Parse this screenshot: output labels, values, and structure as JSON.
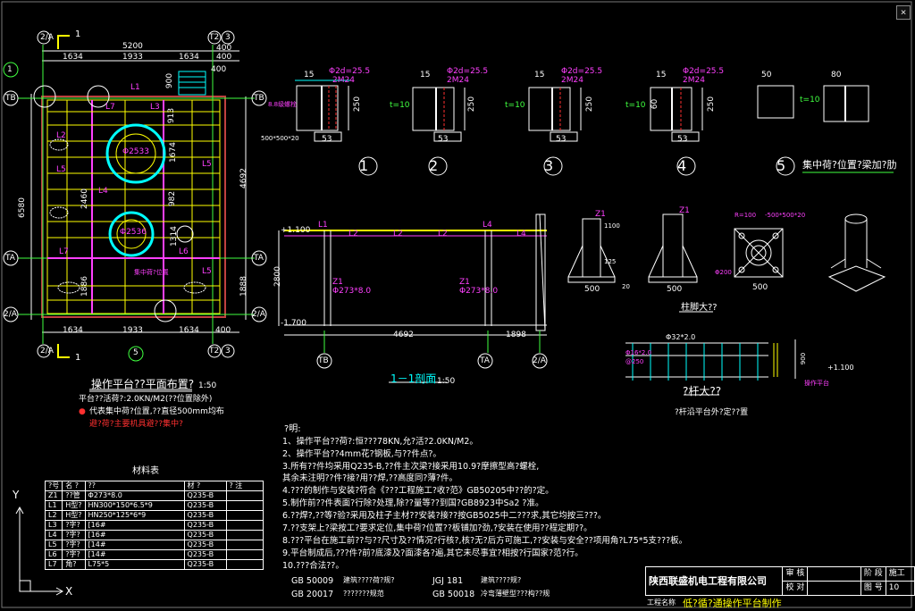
{
  "window": {
    "close_label": "×"
  },
  "plan": {
    "title": "操作平台??平面布置?",
    "scale": "1:50",
    "load_note": "平台??活荷?:2.0KN/M2(??位置除外)",
    "legend_note": "代表集中荷?位置,??直径500mm均布",
    "warning": "避?荷?主要机具避??集中?",
    "dims_top": [
      "5200",
      "1634",
      "1933",
      "1634",
      "400",
      "400",
      "400"
    ],
    "dims_bottom": [
      "1634",
      "1933",
      "1634",
      "400"
    ],
    "dims_left": [
      "6580"
    ],
    "dims_right": [
      "4692",
      "1888"
    ],
    "inner_dims": [
      "900",
      "913",
      "1674",
      "2460",
      "982",
      "1314",
      "1886"
    ],
    "pit_labels": [
      "Φ2533",
      "Φ2536"
    ],
    "pit_label2": "集中荷?位置",
    "member_labels": [
      "L1",
      "L2",
      "L3",
      "L4",
      "L5",
      "L6",
      "L7"
    ],
    "axes": {
      "ta": "TA",
      "tb": "TB",
      "t2": "T2",
      "t3": "3",
      "t1": "1",
      "tc": "2/A"
    },
    "balloon_1": "1",
    "balloon_5": "5",
    "section_mark": "1",
    "section_mark2": "1"
  },
  "sections": {
    "nums": [
      "1",
      "2",
      "3",
      "4",
      "5"
    ],
    "note5": "集中荷?位置?梁加?肋",
    "labels": [
      "8.8级螺栓",
      "Φ2d=25.5",
      "2M24",
      "250",
      "500*500*20",
      "53",
      "60",
      "t=10",
      "15",
      "50",
      "80"
    ]
  },
  "elevation": {
    "title": "1－1剖面",
    "scale": "1:50",
    "top_level": "+1.100",
    "bot_level": "-1.700",
    "height": "2800",
    "dims": [
      "4692",
      "1898"
    ],
    "pipe_labels": [
      "Z1",
      "Φ273*8.0",
      "Φ273*8.0"
    ],
    "members": [
      "L1",
      "L2",
      "L2",
      "L2",
      "L4",
      "L4"
    ],
    "axes": [
      "TB",
      "TA",
      "2/A"
    ]
  },
  "column": {
    "title": "柱脚大??",
    "labels": [
      "Z1",
      "1100",
      "125",
      "500",
      "500",
      "500",
      "-500*500*20",
      "R=100",
      "Φ200",
      "20"
    ],
    "num": "5"
  },
  "rail": {
    "title": "?杆大??",
    "note": "?杆沿平台外?定??置",
    "labels": [
      "Φ32*2.0",
      "Φ16*2.0",
      "@250",
      "900",
      "+1.100",
      "操作平台"
    ]
  },
  "notes": {
    "heading": "?明:",
    "lines": [
      "1、操作平台??荷?:恒???78KN,允?活?2.0KN/M2。",
      "2、操作平台??4mm花?钢板,与??件点?。",
      "3.所有??件均采用Q235-B,??件主次梁?接采用10.9?摩擦型高?螺栓,",
      "  其余未注明??件?接?用??焊,??高度同?薄?件。",
      "4.???的制作与安装?符合《???工程施工?收?范》GB50205中??的?定。",
      "5.制作前??件表面?行除?处理,除??量等??到国?GB8923中Sa2  ?准。",
      "6.??焊?,??等?验?采用及柱子主材??安装?接??按GB5025中二???求,其它均按三???。",
      "7.??支架上?梁按工?要求定位,集中荷?位置??板铺加?劲,?安装在使用??程定期??。",
      "8.???平台在施工前??与??尺寸及??情况?行核?,核?无?后方可施工,??安装与安全??项用角?L75*5支???板。",
      "9.平台制成后,???件?前?底漆及?面漆各?遍,其它未尽事宜?相按?行国家?范?行。",
      "10.???合法??。"
    ],
    "codes": [
      [
        "GB 50009",
        "建筑????荷?规?",
        "JGJ 181",
        "建筑????规?"
      ],
      [
        "GB 20017",
        "???????规范",
        "GB 50018",
        "冷弯薄壁型???构??规"
      ]
    ]
  },
  "material_table": {
    "title": "材料表",
    "headers": [
      "?号",
      "名 ?",
      "??",
      "材 ?",
      "?  注"
    ],
    "rows": [
      [
        "Z1",
        "??管",
        "Φ273*8.0",
        "Q235-B",
        ""
      ],
      [
        "L1",
        "H型?",
        "HN300*150*6.5*9",
        "Q235-B",
        ""
      ],
      [
        "L2",
        "H型?",
        "HN250*125*6*9",
        "Q235-B",
        ""
      ],
      [
        "L3",
        "?字?",
        "[16#",
        "Q235-B",
        ""
      ],
      [
        "L4",
        "?字?",
        "[16#",
        "Q235-B",
        ""
      ],
      [
        "L5",
        "?字?",
        "[14#",
        "Q235-B",
        ""
      ],
      [
        "L6",
        "?字?",
        "[14#",
        "Q235-B",
        ""
      ],
      [
        "L7",
        "角?",
        "L75*5",
        "Q235-B",
        ""
      ]
    ]
  },
  "title_block": {
    "company": "陕西联盛机电工程有限公司",
    "audit": "审 核",
    "check": "校 对",
    "stage_label": "阶 段",
    "stage_value": "施工",
    "sheet_label": "图 号",
    "sheet_value": "10",
    "project_label": "工程名称",
    "drawing_name": "低?循?通操作平台制作"
  },
  "ucs": {
    "x": "X",
    "y": "Y"
  },
  "colors": {
    "white": "#ffffff",
    "yellow": "#ffff00",
    "magenta": "#ff40ff",
    "cyan": "#00ffff",
    "green": "#40ff40",
    "red": "#ff3030"
  }
}
